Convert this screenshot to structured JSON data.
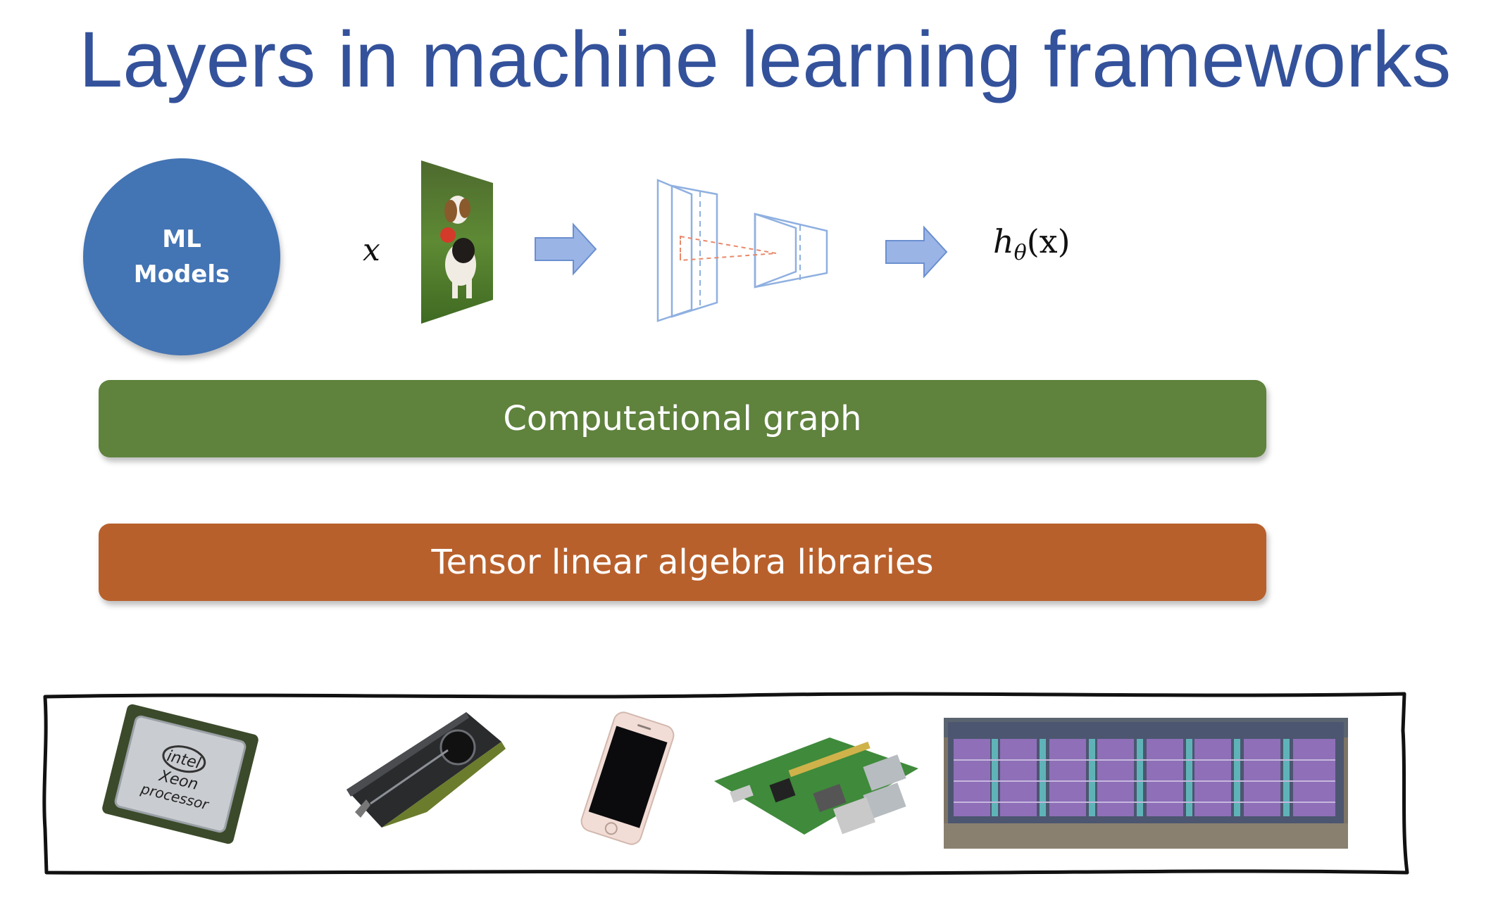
{
  "title": "Layers in machine learning frameworks",
  "ml_models": {
    "line1": "ML",
    "line2": "Models"
  },
  "input_symbol": "x",
  "output_formula": {
    "h": "h",
    "sub": "θ",
    "rest": "(x)"
  },
  "layers": {
    "graph": "Computational graph",
    "tensor": "Tensor linear algebra libraries"
  },
  "hardware_icons": [
    "intel-xeon-cpu-icon",
    "gpu-card-icon",
    "smartphone-icon",
    "raspberry-pi-board-icon",
    "tpu-server-rack-icon"
  ],
  "cpu_label": {
    "brand": "intel",
    "line1": "Xeon",
    "line2": "processor"
  },
  "colors": {
    "title": "#34529b",
    "ml_circle": "#4374b4",
    "graph_bar": "#5f823d",
    "tensor_bar": "#b8602c",
    "arrow_fill": "#9ab4e6",
    "arrow_stroke": "#6b8fcf"
  }
}
